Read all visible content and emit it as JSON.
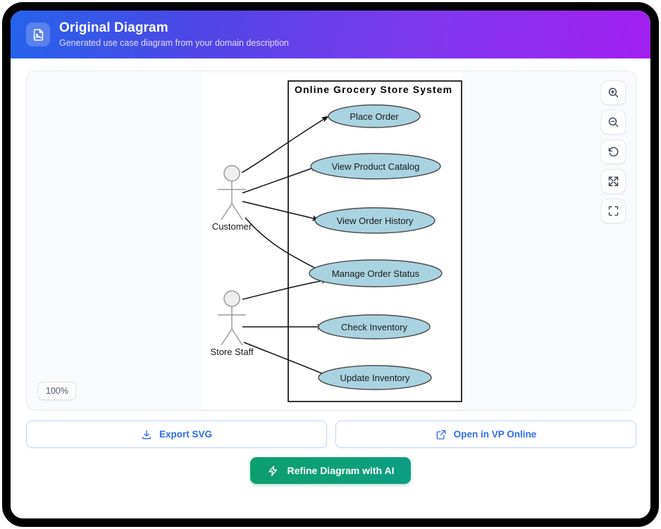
{
  "header": {
    "title": "Original Diagram",
    "subtitle": "Generated use case diagram from your domain description",
    "icon": "file-image-icon",
    "gradient_from": "#2563eb",
    "gradient_to": "#a21ff0"
  },
  "canvas": {
    "zoom_level": "100%",
    "toolbar": [
      {
        "name": "zoom-in",
        "label": "Zoom In"
      },
      {
        "name": "zoom-out",
        "label": "Zoom Out"
      },
      {
        "name": "reset-view",
        "label": "Reset View"
      },
      {
        "name": "expand",
        "label": "Expand"
      },
      {
        "name": "fit-screen",
        "label": "Fit to Screen"
      }
    ]
  },
  "diagram": {
    "type": "uml-use-case",
    "system_boundary_title": "Online Grocery Store System",
    "actors": [
      {
        "id": "customer",
        "label": "Customer"
      },
      {
        "id": "store_staff",
        "label": "Store Staff"
      }
    ],
    "use_cases": [
      {
        "id": "place_order",
        "label": "Place Order"
      },
      {
        "id": "view_product_catalog",
        "label": "View Product Catalog"
      },
      {
        "id": "view_order_history",
        "label": "View Order History"
      },
      {
        "id": "manage_order_status",
        "label": "Manage Order Status"
      },
      {
        "id": "check_inventory",
        "label": "Check Inventory"
      },
      {
        "id": "update_inventory",
        "label": "Update Inventory"
      }
    ],
    "associations": [
      {
        "from": "customer",
        "to": "place_order"
      },
      {
        "from": "customer",
        "to": "view_product_catalog"
      },
      {
        "from": "customer",
        "to": "view_order_history"
      },
      {
        "from": "customer",
        "to": "manage_order_status"
      },
      {
        "from": "store_staff",
        "to": "manage_order_status"
      },
      {
        "from": "store_staff",
        "to": "check_inventory"
      },
      {
        "from": "store_staff",
        "to": "update_inventory"
      }
    ],
    "colors": {
      "use_case_fill": "#a9d3e0",
      "use_case_stroke": "#4a4a4a",
      "actor_fill": "#efefef",
      "actor_stroke": "#9a9a9a",
      "boundary_stroke": "#000000"
    }
  },
  "actions": {
    "export_svg": {
      "label": "Export SVG",
      "icon": "download-icon"
    },
    "open_vp_online": {
      "label": "Open in VP Online",
      "icon": "external-link-icon"
    },
    "refine": {
      "label": "Refine Diagram with AI",
      "icon": "zap-icon",
      "color": "#0d9e6e"
    }
  }
}
